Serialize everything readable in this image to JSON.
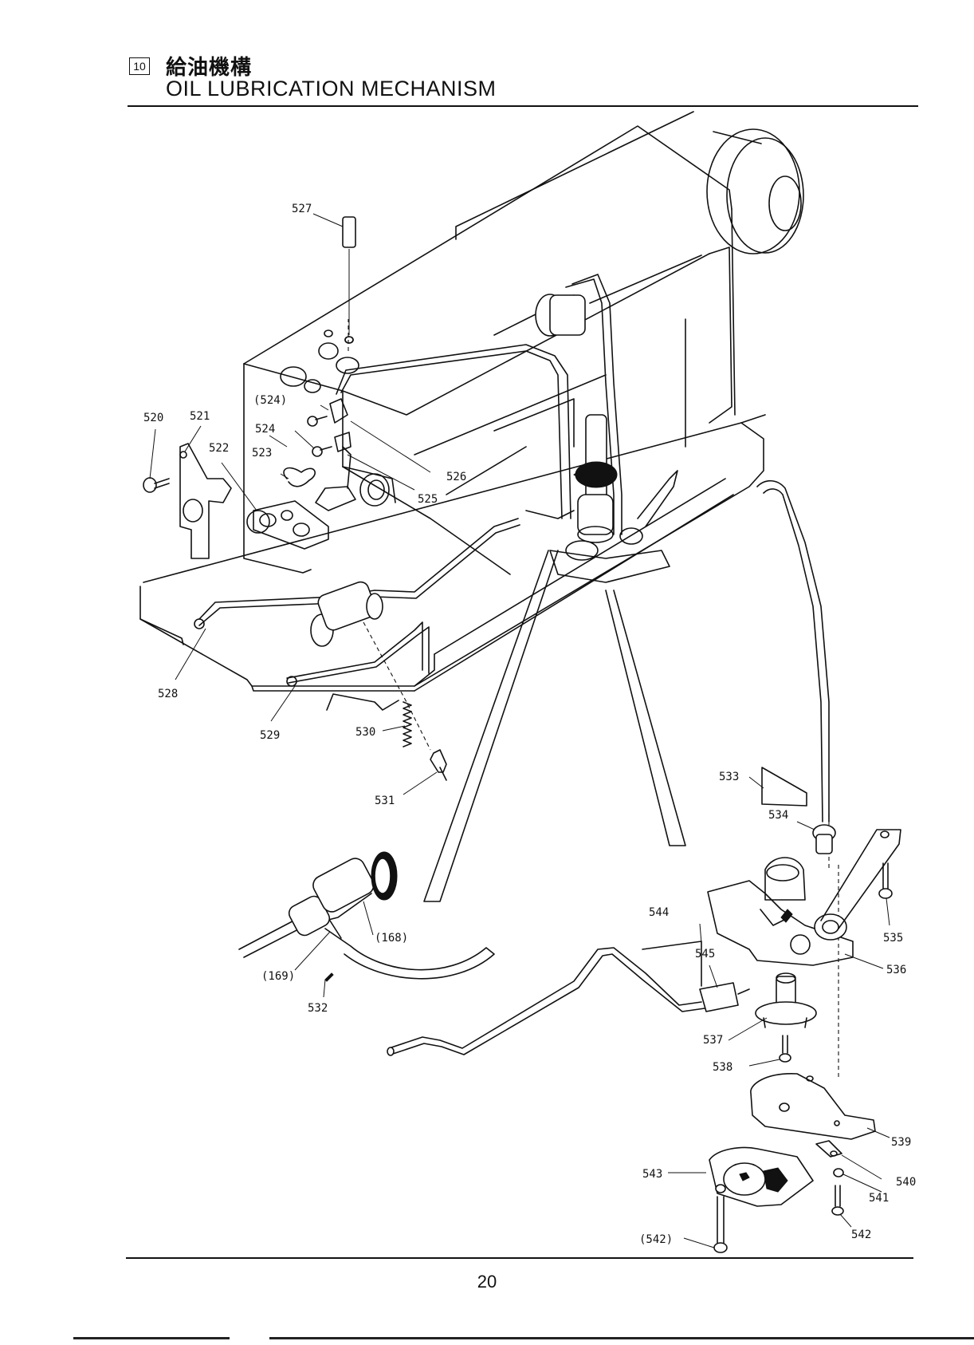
{
  "header": {
    "section_number": "10",
    "title_jp": "給油機構",
    "title_en": "OIL LUBRICATION MECHANISM"
  },
  "callouts": [
    "527",
    "(524)",
    "524",
    "520",
    "521",
    "522",
    "523",
    "526",
    "525",
    "528",
    "529",
    "530",
    "531",
    "533",
    "534",
    "535",
    "536",
    "544",
    "545",
    "(168)",
    "(169)",
    "532",
    "537",
    "538",
    "539",
    "540",
    "541",
    "542",
    "543",
    "(542)"
  ],
  "footer": {
    "page_number": "20"
  }
}
